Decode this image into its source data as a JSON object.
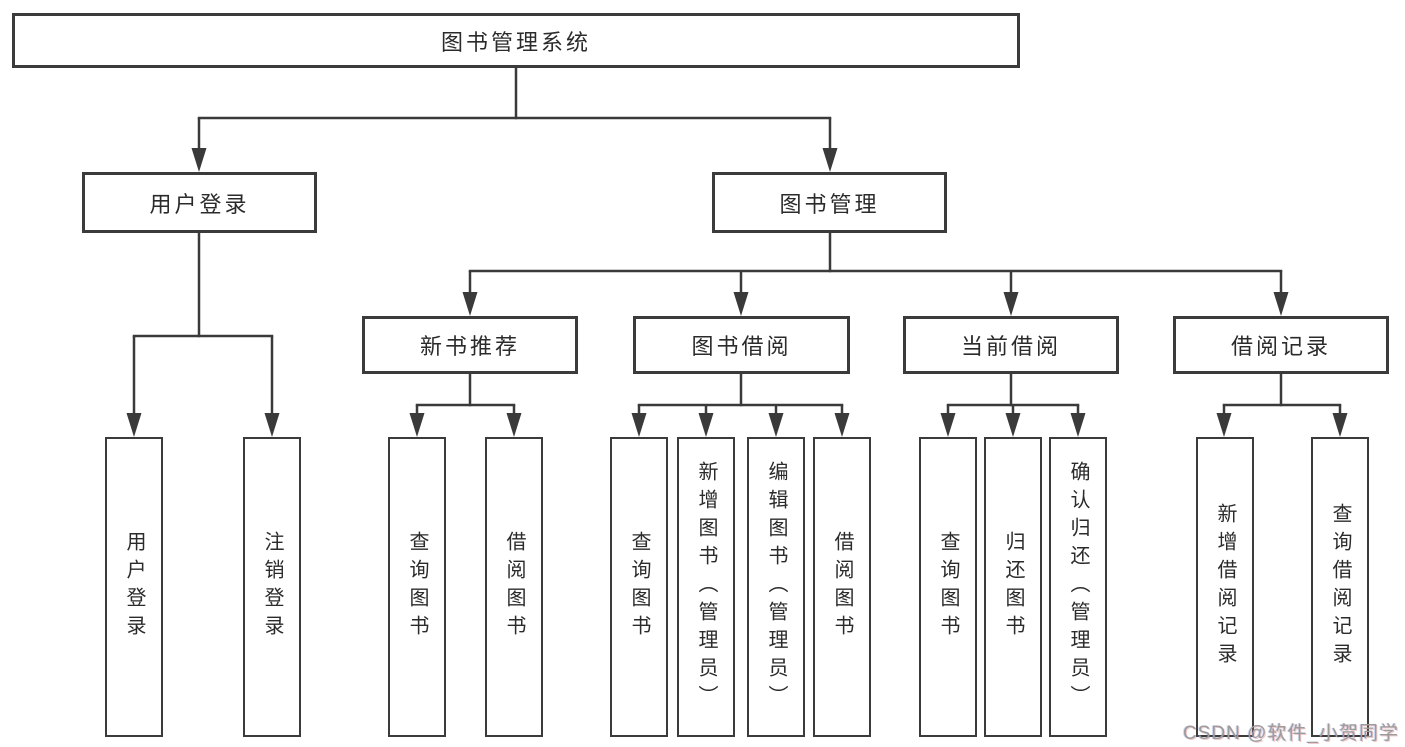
{
  "tree": {
    "root": {
      "label": "图书管理系统"
    },
    "branches": [
      {
        "label": "用户登录",
        "children": [
          {
            "label": "用户登录"
          },
          {
            "label": "注销登录"
          }
        ]
      },
      {
        "label": "图书管理",
        "children": [
          {
            "label": "新书推荐",
            "children": [
              {
                "label": "查询图书"
              },
              {
                "label": "借阅图书"
              }
            ]
          },
          {
            "label": "图书借阅",
            "children": [
              {
                "label": "查询图书"
              },
              {
                "label": "新增图书（管理员）"
              },
              {
                "label": "编辑图书（管理员）"
              },
              {
                "label": "借阅图书"
              }
            ]
          },
          {
            "label": "当前借阅",
            "children": [
              {
                "label": "查询图书"
              },
              {
                "label": "归还图书"
              },
              {
                "label": "确认归还（管理员）"
              }
            ]
          },
          {
            "label": "借阅记录",
            "children": [
              {
                "label": "新增借阅记录"
              },
              {
                "label": "查询借阅记录"
              }
            ]
          }
        ]
      }
    ]
  },
  "watermark": {
    "text": "CSDN @软件_小贺同学"
  },
  "colors": {
    "line": "#3a3a3a",
    "text": "#2b2b2b",
    "watermark": "#9c9c9c",
    "background": "#ffffff"
  }
}
